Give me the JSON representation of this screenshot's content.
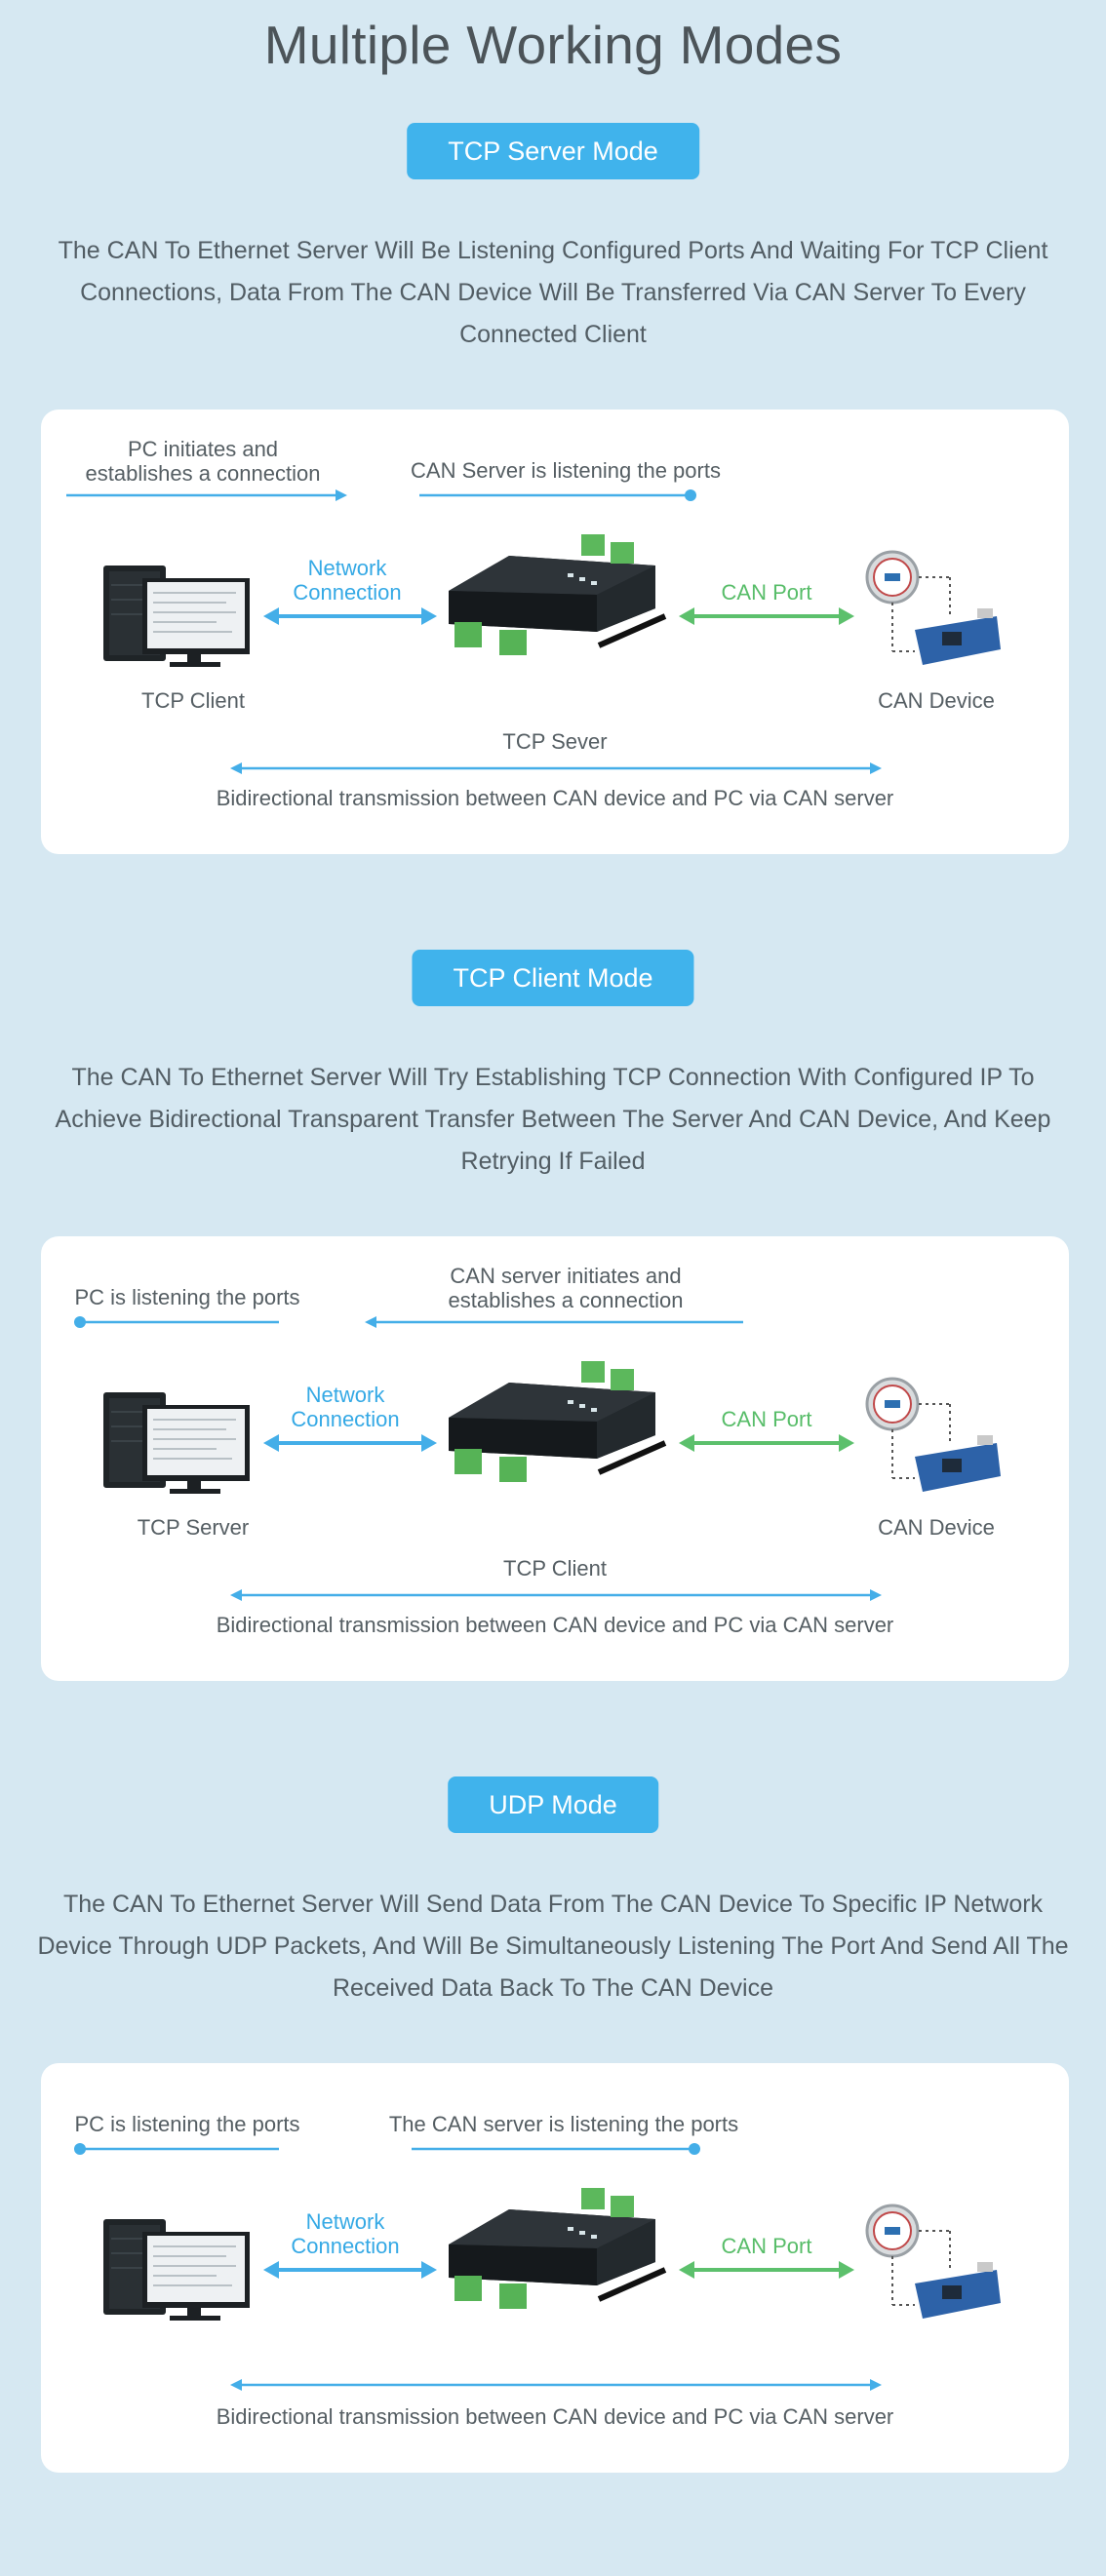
{
  "title": "Multiple Working Modes",
  "modes": [
    {
      "name": "TCP Server Mode",
      "description": "The CAN To Ethernet Server Will Be Listening Configured Ports And Waiting For TCP Client\nConnections, Data From The CAN Device Will Be Transferred Via CAN Server To Every\nConnected Client",
      "diagram": {
        "top_left": "PC initiates and\nestablishes a connection",
        "top_right": "CAN Server is listening the ports",
        "network_label": "Network\nConnection",
        "can_port_label": "CAN Port",
        "pc_label": "TCP Client",
        "device_label": "CAN Device",
        "center_label": "TCP Sever",
        "bottom_label": "Bidirectional transmission between CAN device and PC via CAN server"
      }
    },
    {
      "name": "TCP Client Mode",
      "description": "The CAN To Ethernet Server Will Try Establishing TCP Connection With Configured IP To\nAchieve Bidirectional Transparent Transfer Between The Server And CAN Device, And Keep\nRetrying If Failed",
      "diagram": {
        "top_left": "PC is listening the ports",
        "top_right": "CAN server initiates and\nestablishes a connection",
        "network_label": "Network\nConnection",
        "can_port_label": "CAN Port",
        "pc_label": "TCP Server",
        "device_label": "CAN Device",
        "center_label": "TCP Client",
        "bottom_label": "Bidirectional transmission between CAN device and PC via CAN server"
      }
    },
    {
      "name": "UDP Mode",
      "description": "The CAN To Ethernet Server Will Send Data From The CAN Device To Specific IP Network\nDevice Through UDP Packets, And Will Be Simultaneously Listening The Port And Send All The\nReceived Data Back To The CAN Device",
      "diagram": {
        "top_left": "PC is listening the ports",
        "top_right": "The CAN server is listening the ports",
        "network_label": "Network\nConnection",
        "can_port_label": "CAN Port",
        "bottom_label": "Bidirectional transmission between CAN device and PC via CAN server"
      }
    }
  ],
  "colors": {
    "background": "#d6e8f2",
    "pill": "#40b3ec",
    "network_arrow": "#44aee8",
    "can_arrow": "#5cc06c",
    "text": "#525d64"
  }
}
